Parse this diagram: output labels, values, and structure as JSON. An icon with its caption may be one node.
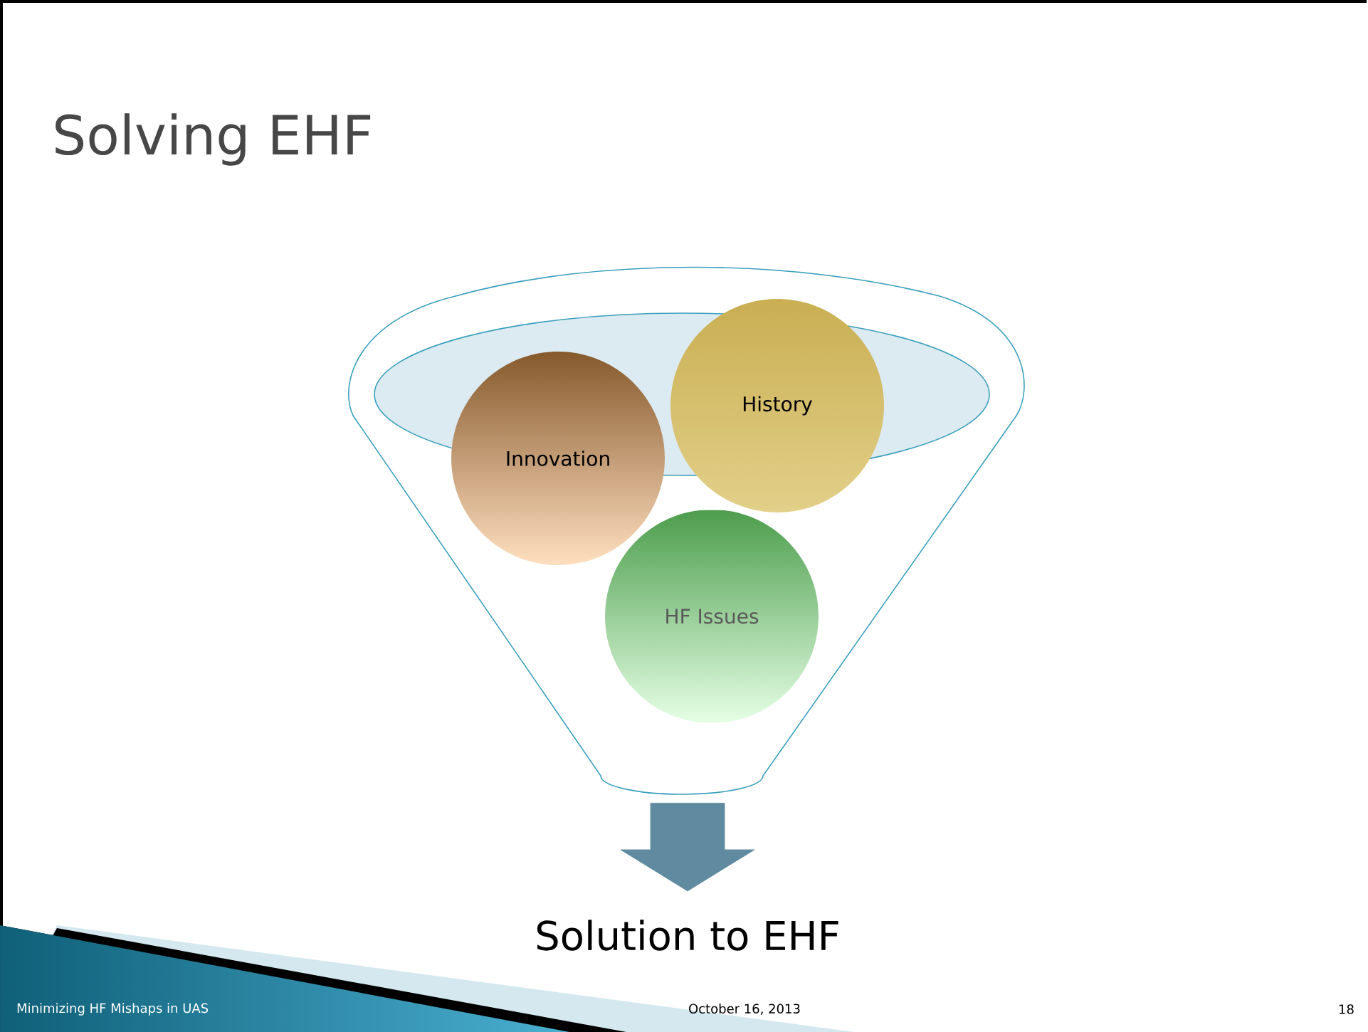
{
  "diagram": {
    "title": "Solving EHF",
    "nodes": [
      {
        "text": [],
        "shape": "funnel"
      },
      {
        "text": [
          "Innovation"
        ],
        "in": 0
      },
      {
        "text": [
          "History"
        ],
        "in": 0
      },
      {
        "text": [
          "HF Issues"
        ],
        "in": 0
      },
      {
        "text": [
          "Solution to EHF"
        ]
      }
    ],
    "edges": [
      {
        "from": 0,
        "to": 4,
        "arrow": "to"
      }
    ],
    "labels": [
      "Minimizing HF Mishaps in UAS",
      "October 16, 2013",
      "18"
    ]
  }
}
